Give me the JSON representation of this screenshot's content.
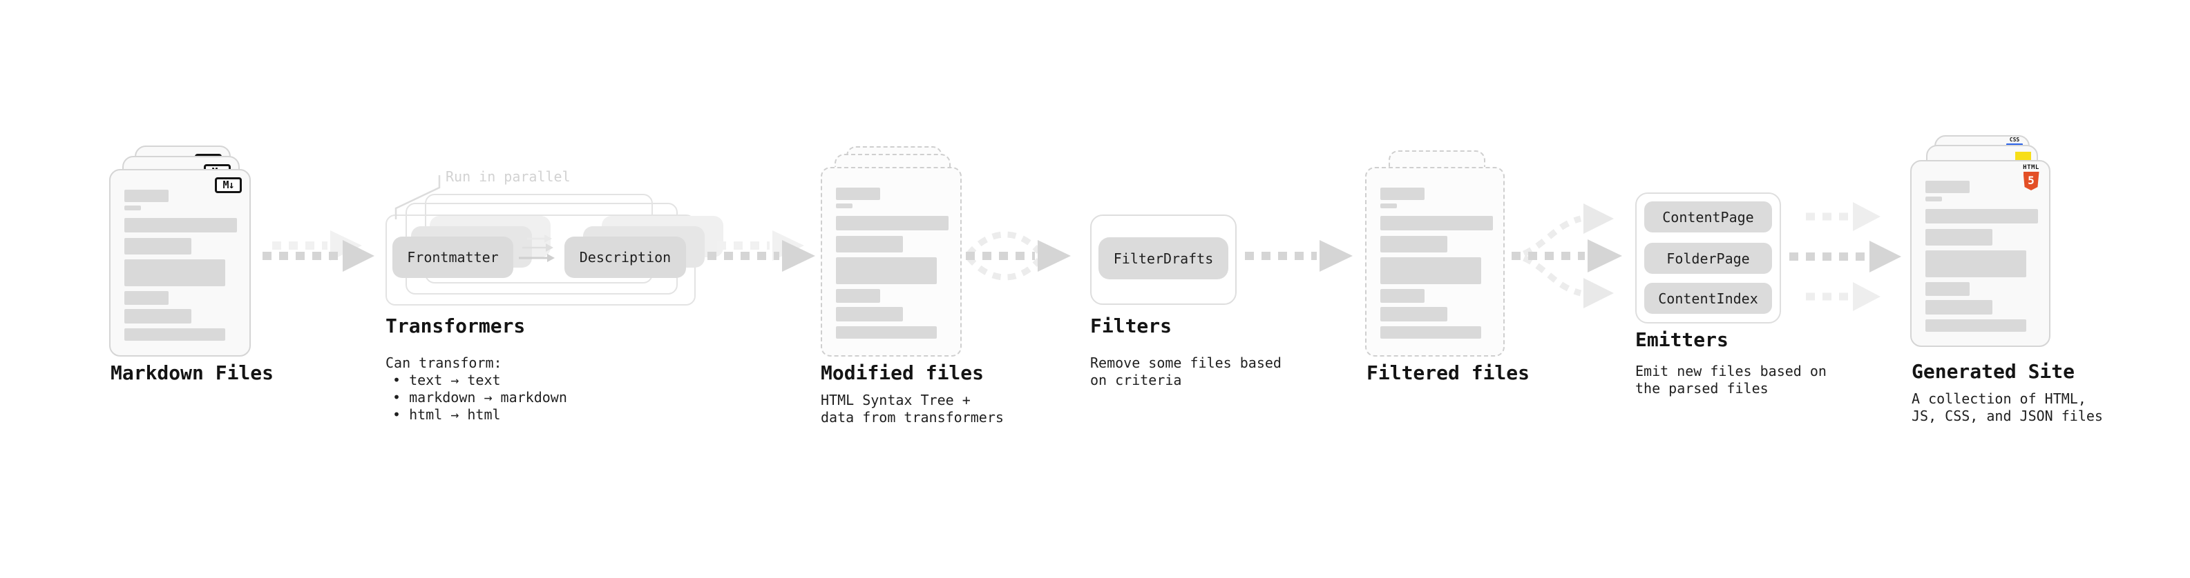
{
  "diagram": {
    "type": "pipeline-flow",
    "stages": [
      {
        "id": "markdown-files",
        "label": "Markdown Files",
        "icon_text": "M↓"
      },
      {
        "id": "transformers",
        "label": "Transformers",
        "annotation": "Run in parallel",
        "chips": [
          "Frontmatter",
          "Description"
        ],
        "caption_lines": [
          "Can transform:",
          "• text → text",
          "• markdown → markdown",
          "• html → html"
        ]
      },
      {
        "id": "modified-files",
        "label": "Modified files",
        "caption_lines": [
          "HTML Syntax Tree +",
          "data from transformers"
        ]
      },
      {
        "id": "filters",
        "label": "Filters",
        "chips": [
          "FilterDrafts"
        ],
        "caption_lines": [
          "Remove some files based",
          "on criteria"
        ]
      },
      {
        "id": "filtered-files",
        "label": "Filtered files"
      },
      {
        "id": "emitters",
        "label": "Emitters",
        "chips": [
          "ContentPage",
          "FolderPage",
          "ContentIndex"
        ],
        "caption_lines": [
          "Emit new files based on",
          "the parsed files"
        ]
      },
      {
        "id": "generated-site",
        "label": "Generated Site",
        "caption_lines": [
          "A collection of HTML,",
          "JS, CSS, and JSON files"
        ],
        "icons": {
          "html5_label": "HTML",
          "html5_number": "5",
          "css_label": "CSS"
        }
      }
    ],
    "colors": {
      "canvas_bg": "#ffffff",
      "card_fill": "#f9f9f9",
      "card_border": "#d5d5d5",
      "dashed_border": "#cfcfcf",
      "skeleton_bar": "#d9d9d9",
      "chip_bg": "#dbdbdb",
      "heading_text": "#141414",
      "caption_text": "#1f1f1f",
      "annotation_text": "#d2d2d2",
      "arrow_main": "#d5d5d5",
      "arrow_ghost": "#f0f0f0",
      "arrow_branch": "#ececec",
      "html5_orange": "#e34f26",
      "js_yellow": "#f7de19",
      "css_blue": "#2b63e8"
    }
  }
}
